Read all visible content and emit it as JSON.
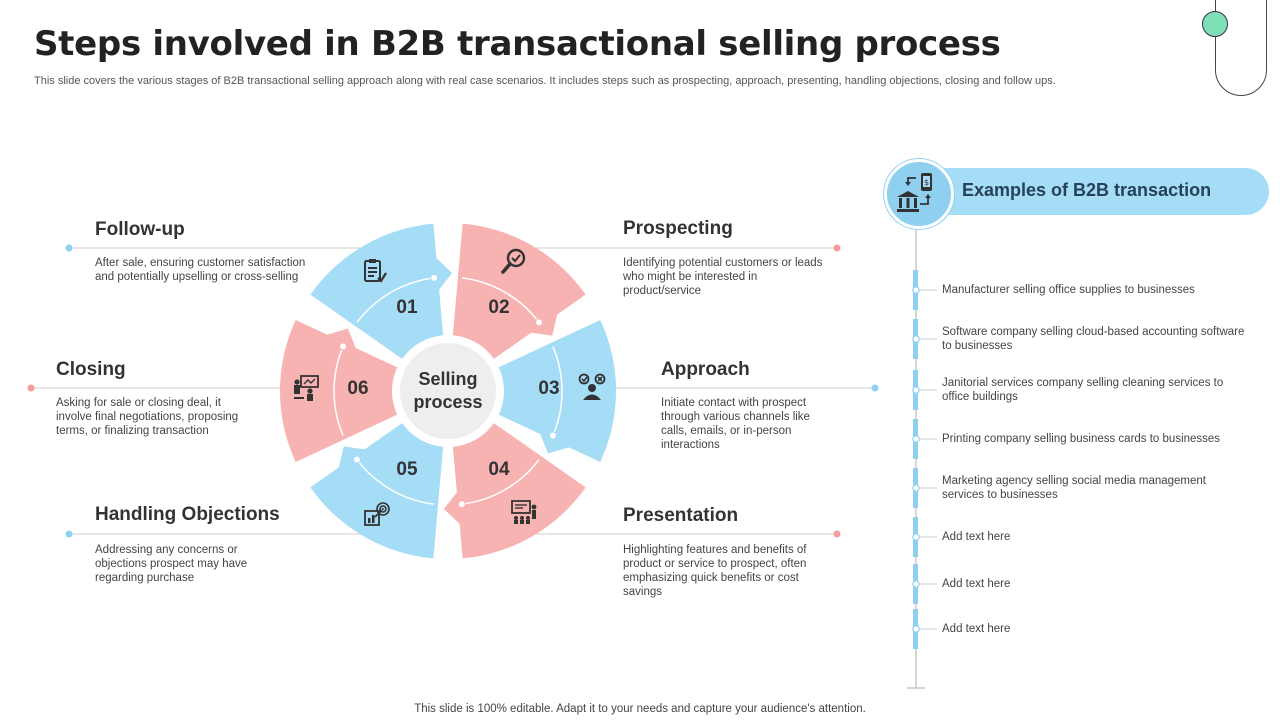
{
  "slide": {
    "title": "Steps involved in B2B transactional selling process",
    "subtitle": "This slide covers the various stages of B2B transactional selling approach along with real case scenarios. It includes steps such as prospecting, approach, presenting, handling objections, closing and follow ups.",
    "footer": "This slide is 100% editable. Adapt it to your needs and capture your audience's attention."
  },
  "colors": {
    "pink": "#f7b2b2",
    "blue": "#a5dcf6",
    "center": "#eeeeee"
  },
  "center": {
    "line1": "Selling",
    "line2": "process"
  },
  "steps": [
    {
      "number": "01",
      "title": "Follow-up",
      "description": "After sale, ensuring customer satisfaction and potentially upselling or cross-selling",
      "icon": "clipboard-checklist-icon",
      "color": "blue"
    },
    {
      "number": "02",
      "title": "Prospecting",
      "description": "Identifying potential customers or leads who might be interested in product/service",
      "icon": "magnifier-check-icon",
      "color": "pink"
    },
    {
      "number": "03",
      "title": "Approach",
      "description": "Initiate contact with prospect through various channels like calls, emails, or in-person interactions",
      "icon": "person-decision-icon",
      "color": "blue"
    },
    {
      "number": "04",
      "title": "Presentation",
      "description": "Highlighting features and benefits of product or service to prospect, often emphasizing quick benefits or cost savings",
      "icon": "presentation-audience-icon",
      "color": "pink"
    },
    {
      "number": "05",
      "title": "Handling Objections",
      "description": "Addressing any concerns or objections prospect may have regarding purchase",
      "icon": "chart-target-icon",
      "color": "blue"
    },
    {
      "number": "06",
      "title": "Closing",
      "description": "Asking for sale or closing deal, it involve final negotiations, proposing terms, or finalizing transaction",
      "icon": "meeting-board-icon",
      "color": "pink"
    }
  ],
  "examples": {
    "title": "Examples of B2B transaction",
    "icon": "bank-phone-exchange-icon",
    "items": [
      "Manufacturer selling office supplies to businesses",
      "Software company selling cloud-based accounting software to businesses",
      "Janitorial services company selling cleaning services to office buildings",
      "Printing company selling business cards to businesses",
      "Marketing agency selling social media management services to businesses",
      "Add text here",
      "Add text here",
      "Add text here"
    ]
  }
}
